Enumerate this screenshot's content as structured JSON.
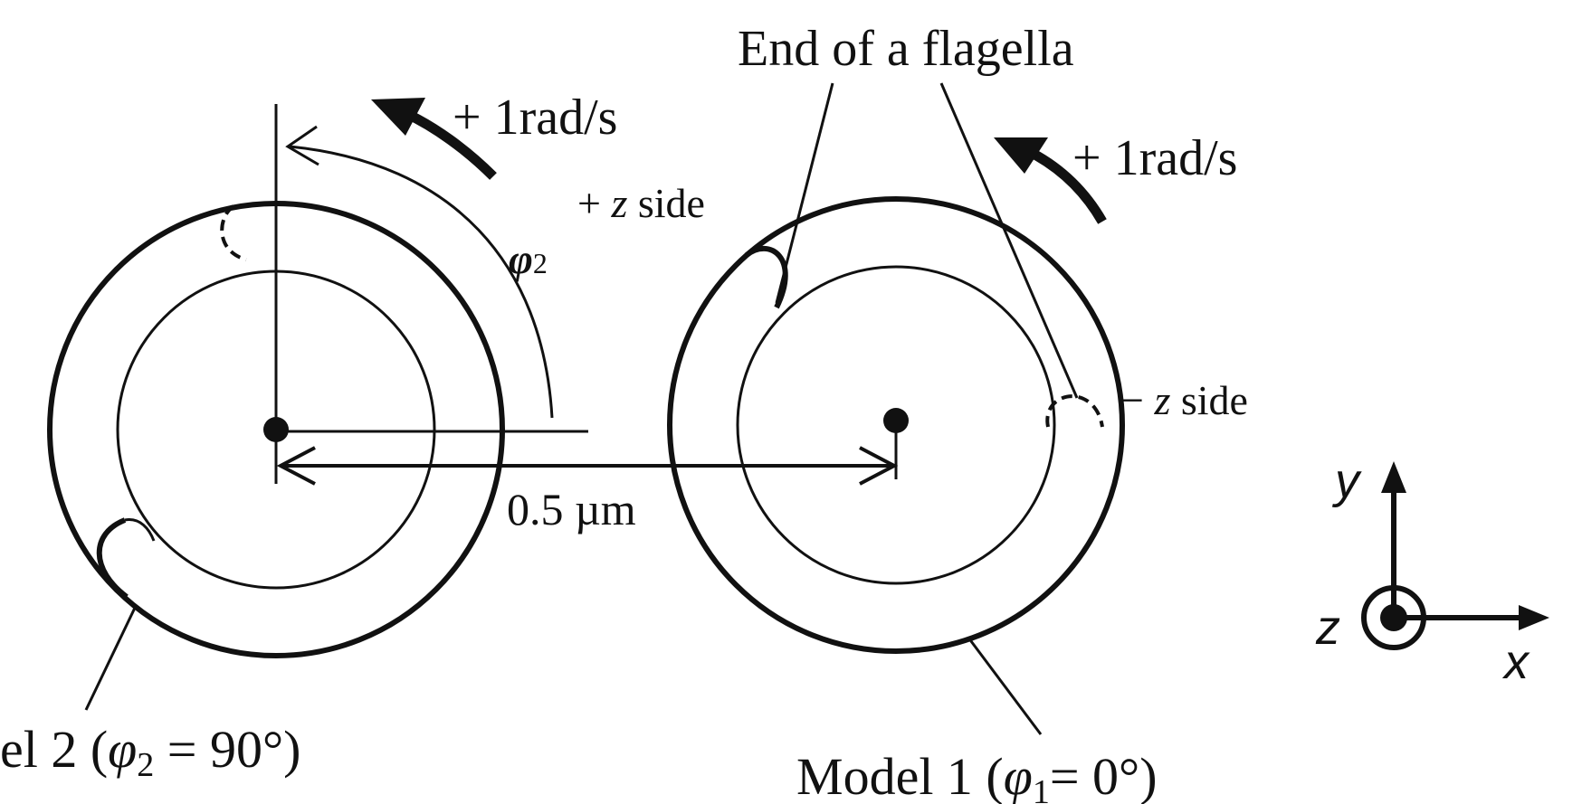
{
  "labels": {
    "end_of_flagella": "End of a flagella",
    "rot_left_sign": "+",
    "rot_left_value": "1rad/s",
    "rot_right_sign": "+",
    "rot_right_value": "1rad/s",
    "plus_z_sign": "+",
    "plus_z_var": "z",
    "plus_z_word": "side",
    "minus_z_sign": "−",
    "minus_z_var": "z",
    "minus_z_word": "side",
    "phi2_sym": "φ",
    "phi2_sub": "2",
    "distance": "0.5 µm",
    "model2_prefix": "el 2 (",
    "model2_sym": "φ",
    "model2_sub": "2",
    "model2_suffix": " = 90°)",
    "model1_prefix": "Model 1 (",
    "model1_sym": "φ",
    "model1_sub": "1",
    "model1_suffix": "= 0°)"
  },
  "axes": {
    "x": "x",
    "y": "y",
    "z": "z"
  }
}
